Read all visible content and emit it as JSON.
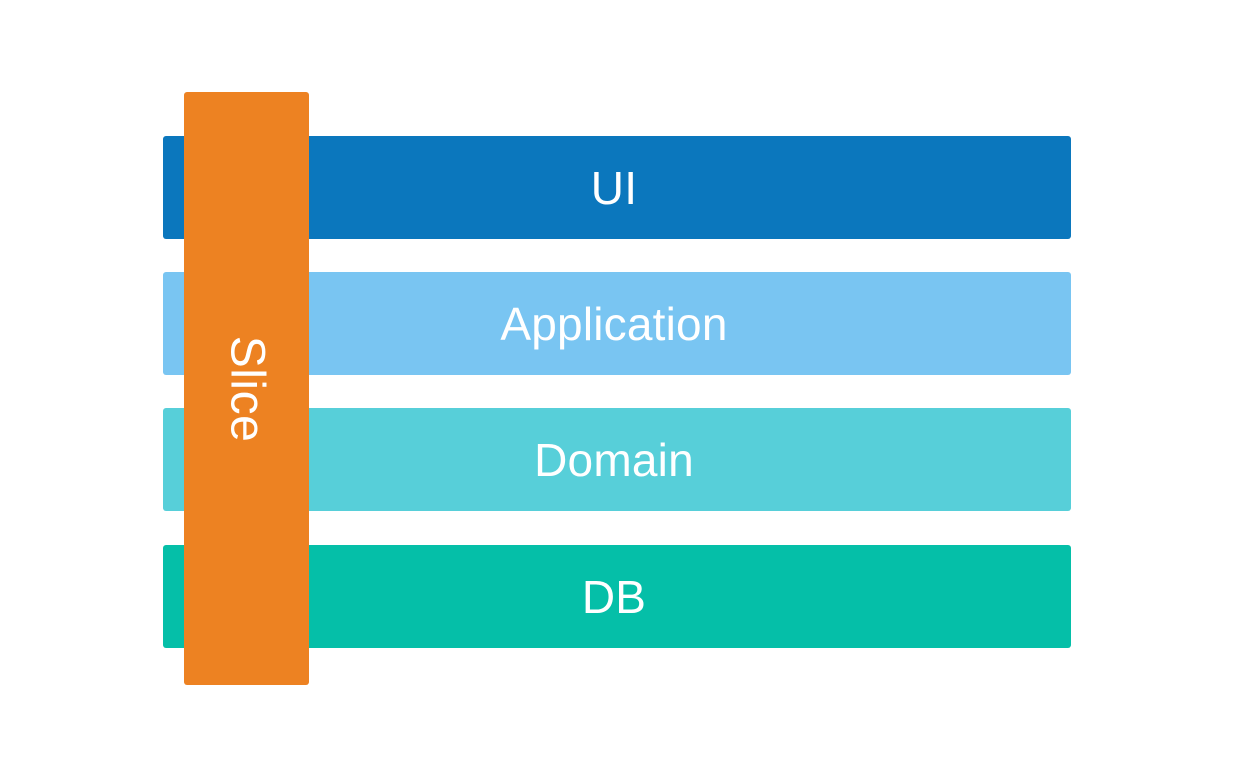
{
  "diagram": {
    "type": "layered-architecture-with-vertical-slice",
    "background_color": "#FFFFFF",
    "label_text_color": "#FFFFFF",
    "slice": {
      "label": "Slice",
      "color": "#ED8222",
      "orientation": "vertical",
      "text_rotation_degrees": 90
    },
    "layers": [
      {
        "label": "UI",
        "color": "#0B77BD"
      },
      {
        "label": "Application",
        "color": "#79C5F2"
      },
      {
        "label": "Domain",
        "color": "#57CFD9"
      },
      {
        "label": "DB",
        "color": "#05BFA8"
      }
    ]
  }
}
